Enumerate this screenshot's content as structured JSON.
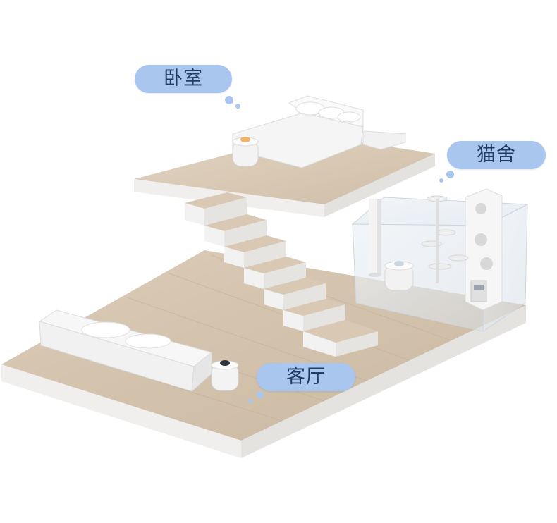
{
  "labels": {
    "bedroom": "卧室",
    "cat_house": "猫舍",
    "living_room": "客厅"
  },
  "colors": {
    "bubble": "#a9c6ee",
    "bubble_text": "#1f3b66",
    "wood_floor": "#d8c8b4",
    "wood_floor_dark": "#c7b59e",
    "panel_white": "#f4f4f4",
    "glass": "#dfe6ec"
  }
}
